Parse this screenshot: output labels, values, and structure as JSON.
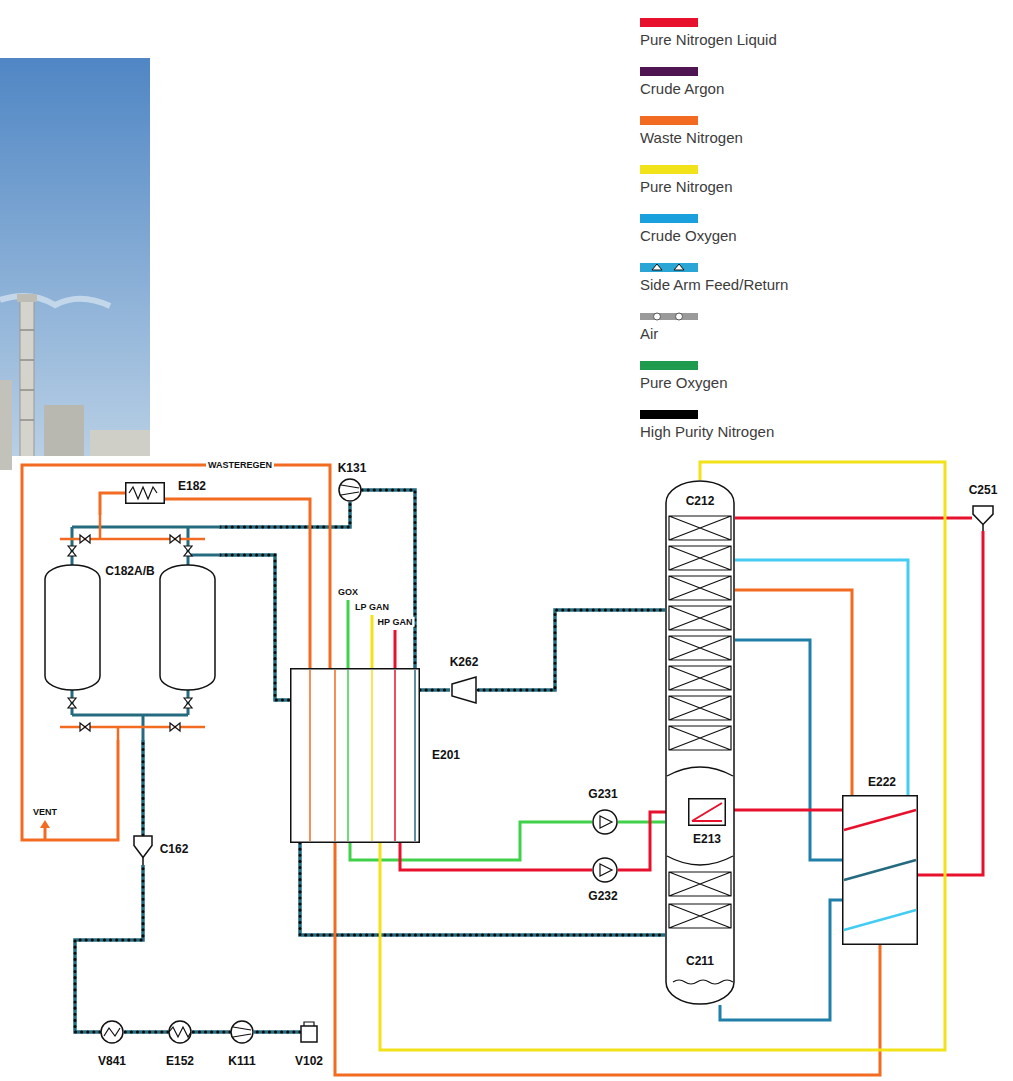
{
  "diagram": {
    "nodes": [
      {
        "text": [
          "E182"
        ]
      },
      {
        "text": [
          "K131"
        ]
      },
      {
        "text": [
          "C212",
          "C211"
        ]
      },
      {
        "text": [
          "E213"
        ],
        "in": 2
      },
      {
        "text": [
          "C251"
        ]
      },
      {
        "text": [
          "C182A/B"
        ]
      },
      {
        "text": [
          "K262"
        ]
      },
      {
        "text": [
          "E201"
        ]
      },
      {
        "text": [
          "E222"
        ]
      },
      {
        "text": [
          "G231"
        ]
      },
      {
        "text": [
          "G232"
        ]
      },
      {
        "text": [
          "C162"
        ]
      },
      {
        "text": [
          "V841"
        ]
      },
      {
        "text": [
          "E152"
        ]
      },
      {
        "text": [
          "K111"
        ]
      },
      {
        "text": [
          "V102"
        ]
      }
    ],
    "edges": [
      {
        "from": 15,
        "to": 14,
        "arrow": "none"
      },
      {
        "from": 14,
        "to": 13,
        "arrow": "none"
      },
      {
        "from": 13,
        "to": 12,
        "arrow": "none"
      },
      {
        "from": 12,
        "to": 11,
        "arrow": "none"
      },
      {
        "from": 11,
        "to": 5,
        "arrow": "none"
      },
      {
        "from": 5,
        "to": 1,
        "arrow": "none"
      },
      {
        "from": 5,
        "to": 7,
        "arrow": "none"
      },
      {
        "from": 1,
        "to": 7,
        "arrow": "none"
      },
      {
        "from": 7,
        "to": 6,
        "arrow": "none"
      },
      {
        "from": 6,
        "to": 2,
        "arrow": "none"
      },
      {
        "from": 7,
        "to": 2,
        "arrow": "none"
      },
      {
        "from": 2,
        "to": 9,
        "arrow": "none"
      },
      {
        "from": 9,
        "to": 7,
        "arrow": "none"
      },
      {
        "from": 3,
        "to": 10,
        "arrow": "none"
      },
      {
        "from": 10,
        "to": 7,
        "arrow": "none"
      },
      {
        "from": 2,
        "to": 8,
        "arrow": "none"
      },
      {
        "from": 8,
        "to": 7,
        "arrow": "none"
      },
      {
        "from": 7,
        "to": 0,
        "arrow": "none"
      },
      {
        "from": 0,
        "to": 5,
        "arrow": "none"
      },
      {
        "from": 7,
        "to": 5,
        "label": "WASTEREGEN",
        "arrow": "none"
      },
      {
        "from": 4,
        "to": 2,
        "arrow": "none"
      },
      {
        "from": 8,
        "to": 4,
        "arrow": "none"
      },
      {
        "from": 2,
        "to": 7,
        "arrow": "none"
      },
      {
        "from": 2,
        "to": 8,
        "arrow": "none"
      },
      {
        "from": 8,
        "to": 2,
        "arrow": "none"
      },
      {
        "from": 8,
        "to": 2,
        "arrow": "none"
      },
      {
        "from": 3,
        "to": 8,
        "arrow": "none"
      }
    ],
    "labels": [
      "GOX",
      "LP GAN",
      "HP GAN",
      "VENT"
    ],
    "legend": [
      {
        "text": "Pure Nitrogen Liquid",
        "color": "#e8112d"
      },
      {
        "text": "Crude Argon",
        "color": "#4e1552"
      },
      {
        "text": "Waste Nitrogen",
        "color": "#f26b21"
      },
      {
        "text": "Pure Nitrogen",
        "color": "#f2e21a"
      },
      {
        "text": "Crude Oxygen",
        "color": "#1aa0dc"
      },
      {
        "text": "Side Arm Feed/Return"
      },
      {
        "text": "Air"
      },
      {
        "text": "Pure Oxygen",
        "color": "#1e9b4f"
      },
      {
        "text": "High Purity Nitrogen",
        "color": "#000000"
      }
    ]
  }
}
